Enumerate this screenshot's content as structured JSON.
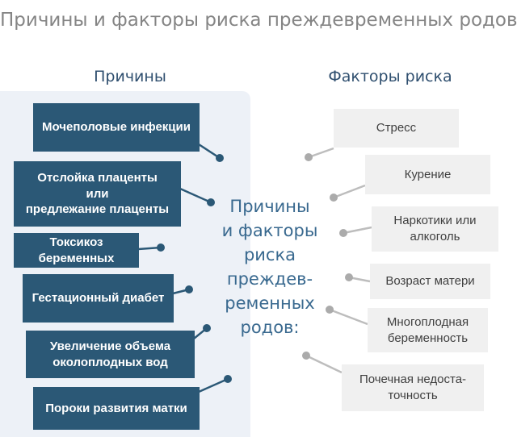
{
  "title": "Причины и факторы риска преждевременных родов",
  "center_label": "Причины\nи факторы\nриска\nпреждев-\nременных\nродов:",
  "causes": {
    "header": "Причины",
    "items": [
      {
        "label": "Мочеполовые инфекции"
      },
      {
        "label": "Отслойка плаценты\nили\nпредлежание плаценты"
      },
      {
        "label": "Токсикоз\nберемен­ных"
      },
      {
        "label": "Гестационный диабет"
      },
      {
        "label": "Увеличение объема\nоколоплодных вод"
      },
      {
        "label": "Пороки развития матки"
      }
    ]
  },
  "risk_factors": {
    "header": "Факторы риска",
    "items": [
      {
        "label": "Стресс"
      },
      {
        "label": "Курение"
      },
      {
        "label": "Наркотики или\nалкоголь"
      },
      {
        "label": "Возраст матери"
      },
      {
        "label": "Многоплодная\nбеременность"
      },
      {
        "label": "Почечная недоста-\nточность"
      }
    ]
  },
  "colors": {
    "cause_box": "#2b5876",
    "risk_box": "#f0f0f0",
    "panel": "#edf1f7",
    "accent_text": "#39698f",
    "header_text": "#2f4f6f",
    "title_text": "#858585",
    "connector_dark": "#2b5876",
    "connector_gray": "#bdbdbd",
    "connector_gray_dot": "#ababab",
    "risk_text": "#3f3f3f"
  }
}
